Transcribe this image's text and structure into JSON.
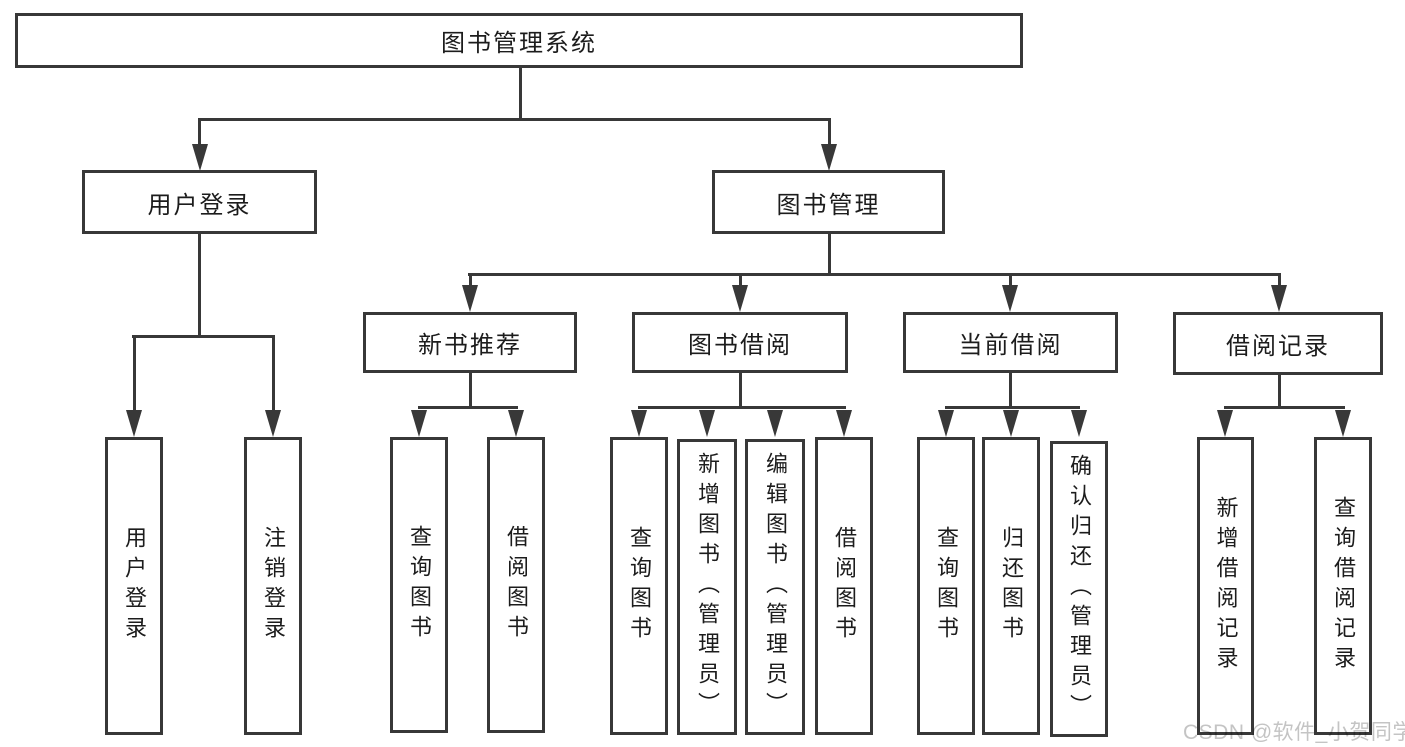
{
  "diagram_title": "图书管理系统",
  "tree": {
    "root": {
      "label": "图书管理系统"
    },
    "branches": [
      {
        "label": "用户登录",
        "children": [
          {
            "label": "用户登录"
          },
          {
            "label": "注销登录"
          }
        ]
      },
      {
        "label": "图书管理",
        "children": [
          {
            "label": "新书推荐",
            "children": [
              {
                "label": "查询图书"
              },
              {
                "label": "借阅图书"
              }
            ]
          },
          {
            "label": "图书借阅",
            "children": [
              {
                "label": "查询图书"
              },
              {
                "label": "新增图书（管理员）"
              },
              {
                "label": "编辑图书（管理员）"
              },
              {
                "label": "借阅图书"
              }
            ]
          },
          {
            "label": "当前借阅",
            "children": [
              {
                "label": "查询图书"
              },
              {
                "label": "归还图书"
              },
              {
                "label": "确认归还（管理员）"
              }
            ]
          },
          {
            "label": "借阅记录",
            "children": [
              {
                "label": "新增借阅记录"
              },
              {
                "label": "查询借阅记录"
              }
            ]
          }
        ]
      }
    ]
  },
  "watermark": "CSDN @软件_小贺同学",
  "colors": {
    "line": "#383838",
    "box_fill": "#ffffff",
    "text": "#1c1c1c",
    "watermark": "#c4c4c4",
    "background": "#ffffff"
  }
}
